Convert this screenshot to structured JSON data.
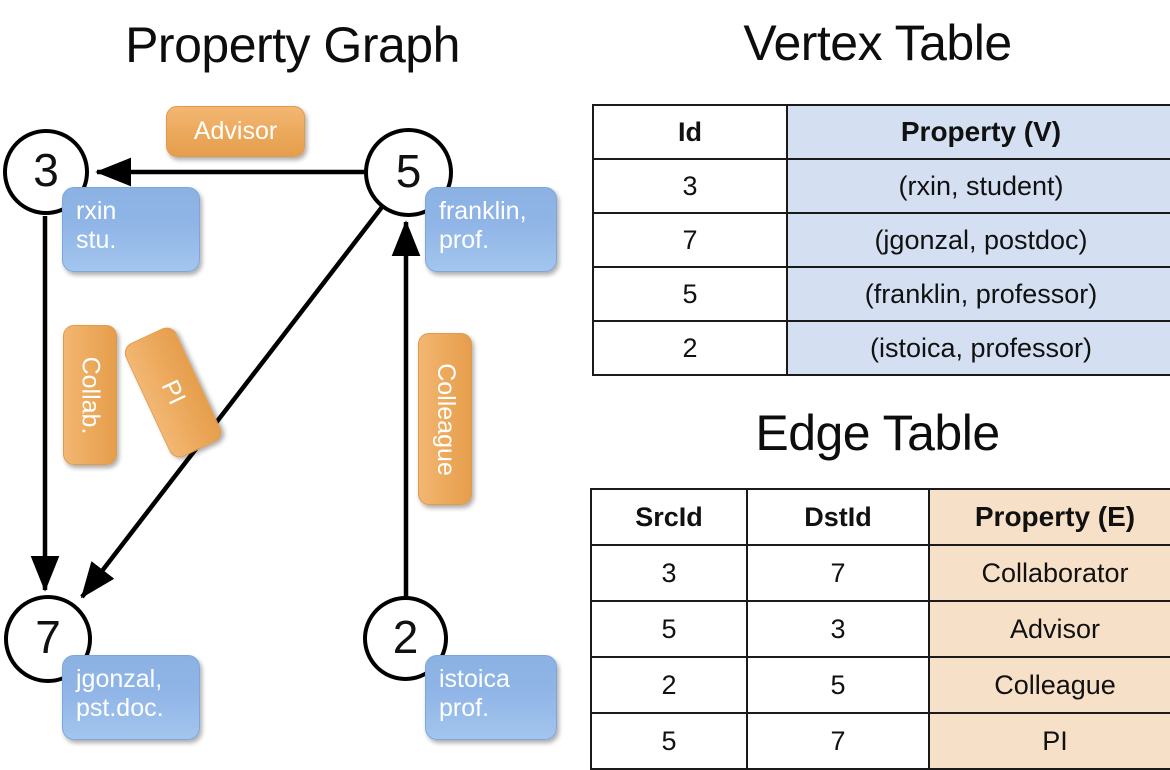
{
  "titles": {
    "property_graph": "Property Graph",
    "vertex_table": "Vertex Table",
    "edge_table": "Edge Table"
  },
  "graph": {
    "nodes": [
      {
        "id": "3",
        "property_lines": [
          "rxin",
          "stu."
        ]
      },
      {
        "id": "5",
        "property_lines": [
          "franklin,",
          "prof."
        ]
      },
      {
        "id": "7",
        "property_lines": [
          "jgonzal,",
          "pst.doc."
        ]
      },
      {
        "id": "2",
        "property_lines": [
          "istoica",
          "prof."
        ]
      }
    ],
    "edge_labels": [
      {
        "name": "advisor",
        "text": "Advisor"
      },
      {
        "name": "collab",
        "text": "Collab."
      },
      {
        "name": "pi",
        "text": "PI"
      },
      {
        "name": "colleague",
        "text": "Colleague"
      }
    ],
    "colors": {
      "vertex_bubble": "#8fb4e6",
      "edge_bubble": "#edab5f",
      "stroke": "#000000",
      "node_fill": "#ffffff"
    }
  },
  "vertex_table": {
    "headers": [
      "Id",
      "Property (V)"
    ],
    "rows": [
      [
        "3",
        "(rxin, student)"
      ],
      [
        "7",
        "(jgonzal, postdoc)"
      ],
      [
        "5",
        "(franklin, professor)"
      ],
      [
        "2",
        "(istoica, professor)"
      ]
    ],
    "property_column_color": "#d4e0f2"
  },
  "edge_table": {
    "headers": [
      "SrcId",
      "DstId",
      "Property (E)"
    ],
    "rows": [
      [
        "3",
        "7",
        "Collaborator"
      ],
      [
        "5",
        "3",
        "Advisor"
      ],
      [
        "2",
        "5",
        "Colleague"
      ],
      [
        "5",
        "7",
        "PI"
      ]
    ],
    "property_column_color": "#f7e0c8"
  },
  "chart_data": {
    "type": "diagram",
    "title": "Property Graph",
    "nodes": [
      {
        "id": 3,
        "name": "rxin",
        "role": "student"
      },
      {
        "id": 7,
        "name": "jgonzal",
        "role": "postdoc"
      },
      {
        "id": 5,
        "name": "franklin",
        "role": "professor"
      },
      {
        "id": 2,
        "name": "istoica",
        "role": "professor"
      }
    ],
    "edges": [
      {
        "src": 3,
        "dst": 7,
        "property": "Collaborator"
      },
      {
        "src": 5,
        "dst": 3,
        "property": "Advisor"
      },
      {
        "src": 2,
        "dst": 5,
        "property": "Colleague"
      },
      {
        "src": 5,
        "dst": 7,
        "property": "PI"
      }
    ]
  }
}
